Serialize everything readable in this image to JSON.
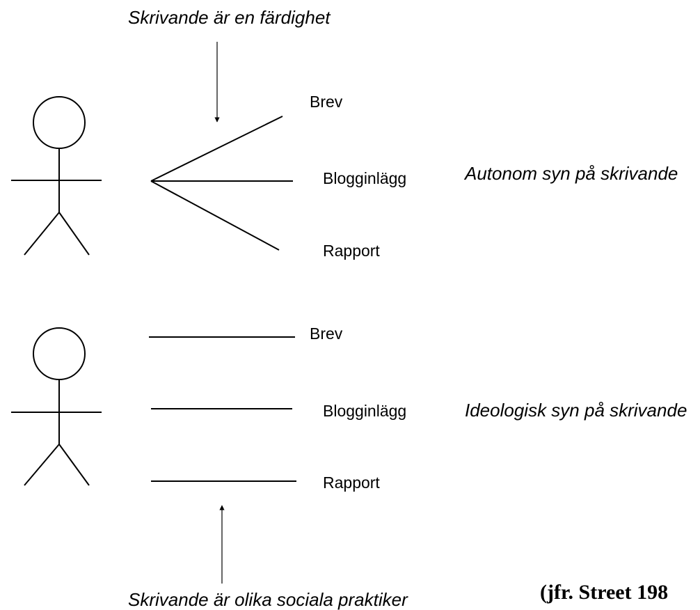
{
  "top_caption": "Skrivande är en färdighet",
  "bottom_caption": "Skrivande är olika sociala praktiker",
  "autonomous": {
    "label": "Autonom syn på skrivande",
    "genres": [
      "Brev",
      "Blogginlägg",
      "Rapport"
    ]
  },
  "ideological": {
    "label": "Ideologisk syn på skrivande",
    "genres": [
      "Brev",
      "Blogginlägg",
      "Rapport"
    ]
  },
  "citation": "(jfr. Street 198"
}
